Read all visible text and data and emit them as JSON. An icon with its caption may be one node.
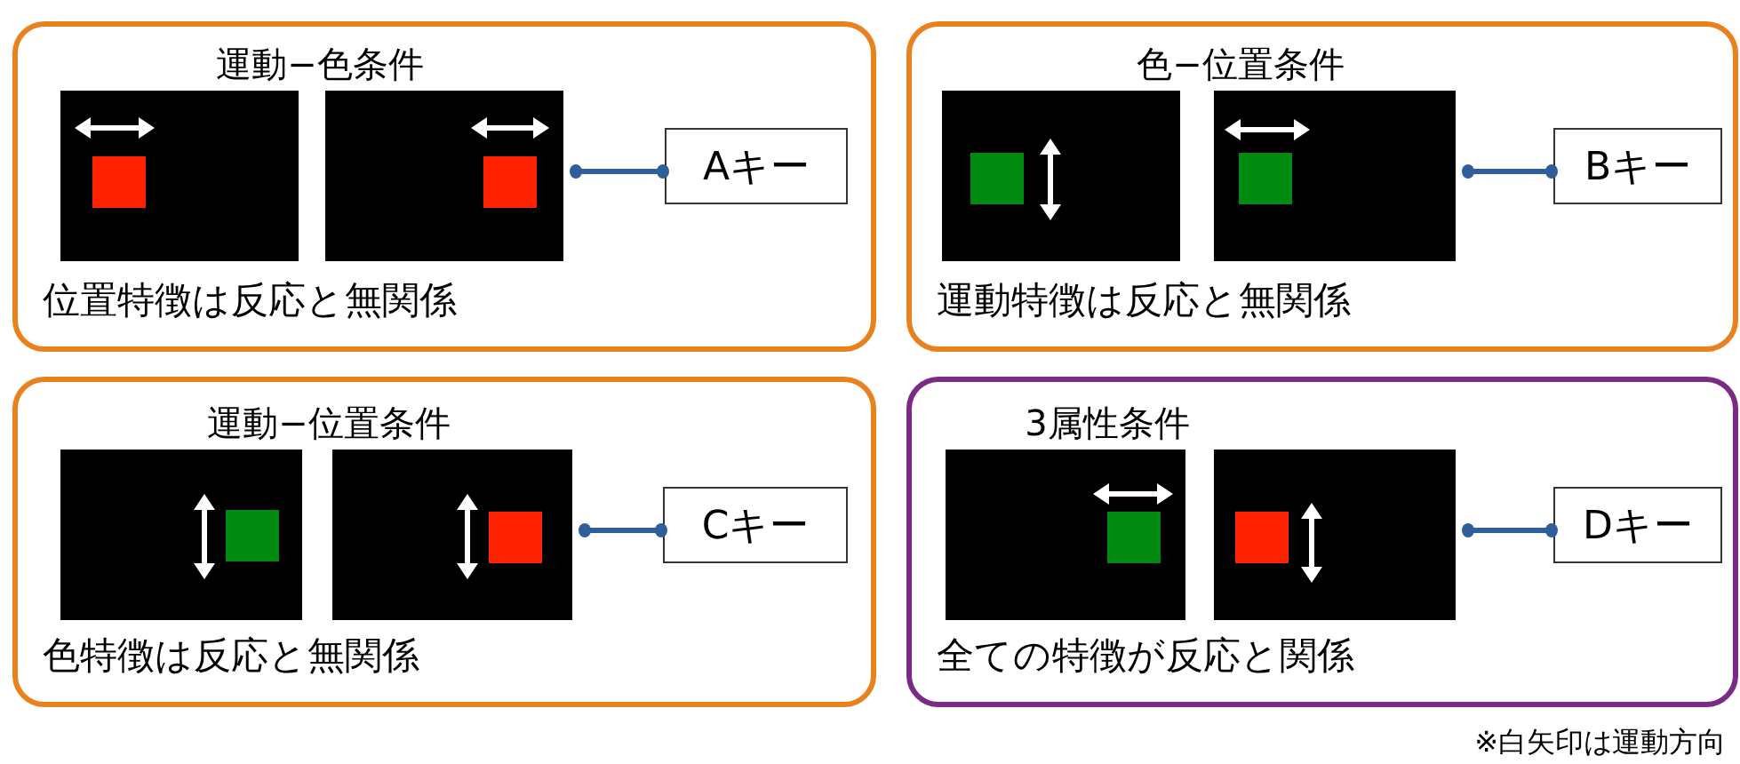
{
  "diagram": {
    "nodes": [
      {
        "text": [
          "運動−色条件",
          "位置特徴は反応と無関係"
        ]
      },
      {
        "text": [],
        "shape": "box",
        "in": 0
      },
      {
        "text": [],
        "shape": "box",
        "in": 0
      },
      {
        "text": [
          "Aキー"
        ],
        "in": 0
      },
      {
        "text": [
          "色−位置条件",
          "運動特徴は反応と無関係"
        ]
      },
      {
        "text": [],
        "shape": "box",
        "in": 4
      },
      {
        "text": [],
        "shape": "box",
        "in": 4
      },
      {
        "text": [
          "Bキー"
        ],
        "in": 4
      },
      {
        "text": [
          "運動−位置条件",
          "色特徴は反応と無関係"
        ]
      },
      {
        "text": [],
        "shape": "box",
        "in": 8
      },
      {
        "text": [],
        "shape": "box",
        "in": 8
      },
      {
        "text": [
          "Cキー"
        ],
        "in": 8
      },
      {
        "text": [
          "3属性条件",
          "全ての特徴が反応と関係"
        ]
      },
      {
        "text": [],
        "shape": "box",
        "in": 12
      },
      {
        "text": [],
        "shape": "box",
        "in": 12
      },
      {
        "text": [
          "Dキー"
        ],
        "in": 12
      }
    ],
    "edges": [
      {
        "from": 2,
        "to": 3,
        "arrow": "other"
      },
      {
        "from": 6,
        "to": 7,
        "arrow": "other"
      },
      {
        "from": 10,
        "to": 11,
        "arrow": "other"
      },
      {
        "from": 14,
        "to": 15,
        "arrow": "other"
      }
    ],
    "labels": [
      "※白矢印は運動方向"
    ]
  }
}
